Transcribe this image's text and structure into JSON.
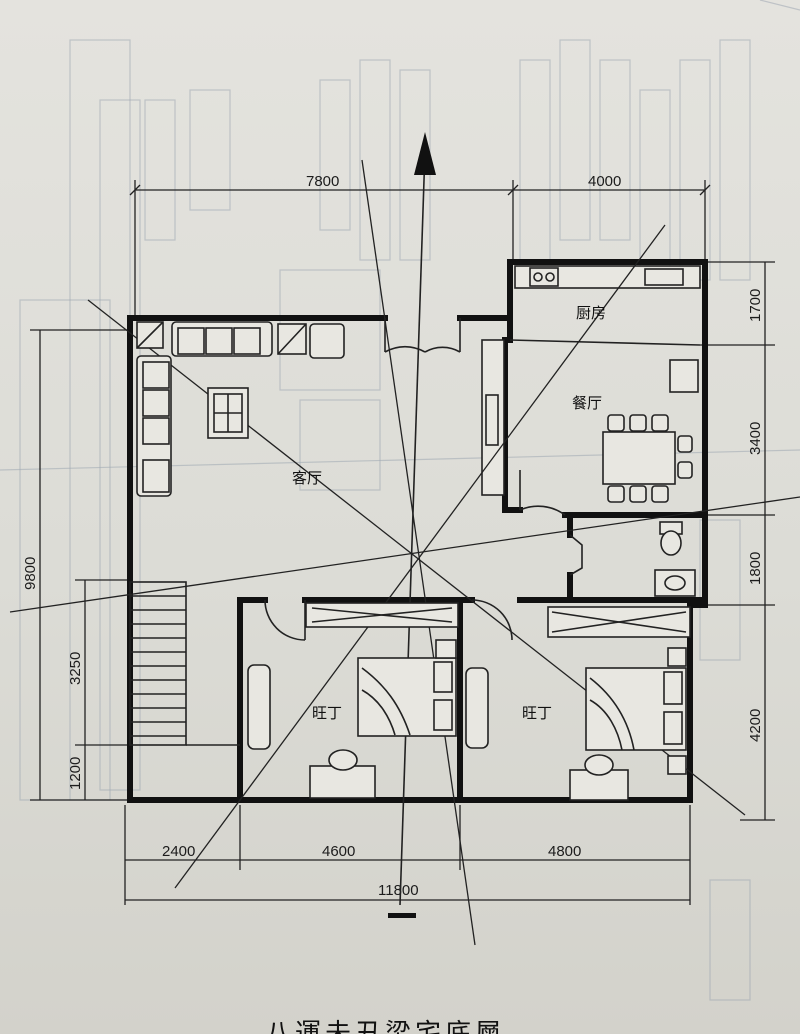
{
  "dimensions": {
    "top_left": "7800",
    "top_right": "4000",
    "right_kitchen": "1700",
    "right_dining": "3400",
    "right_bath": "1800",
    "right_bedroom": "4200",
    "left_total": "9800",
    "left_stair": "3250",
    "left_bottom": "1200",
    "bottom_left": "2400",
    "bottom_mid": "4600",
    "bottom_right": "4800",
    "bottom_total": "11800"
  },
  "rooms": {
    "living": "客厅",
    "kitchen": "厨房",
    "dining": "餐厅",
    "bedroom_left": "旺丁",
    "bedroom_right": "旺丁"
  },
  "caption": "八運未丑梁宅底層"
}
